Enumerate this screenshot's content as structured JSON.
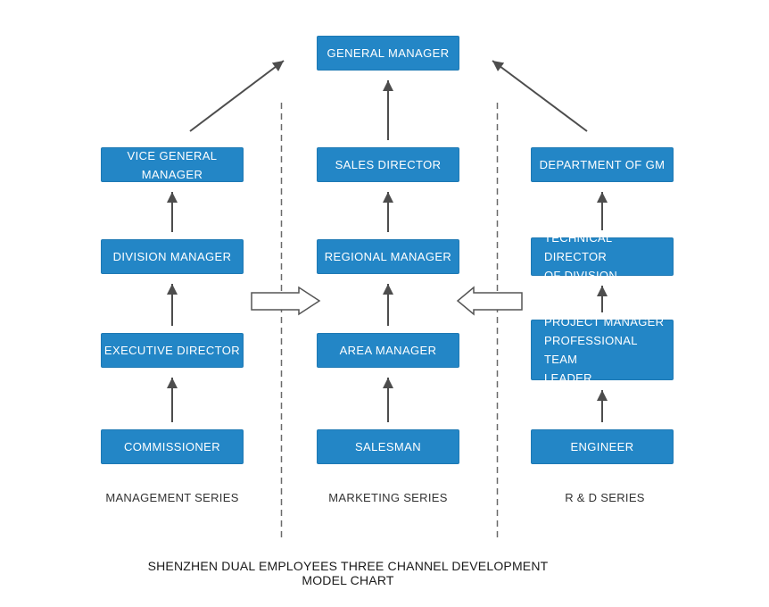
{
  "title": "SHENZHEN DUAL EMPLOYEES THREE CHANNEL DEVELOPMENT MODEL CHART",
  "top_box": {
    "label": "GENERAL MANAGER"
  },
  "columns": [
    {
      "series_label": "MANAGEMENT SERIES",
      "boxes": [
        "VICE GENERAL MANAGER",
        "DIVISION MANAGER",
        "EXECUTIVE DIRECTOR",
        "COMMISSIONER"
      ]
    },
    {
      "series_label": "MARKETING SERIES",
      "boxes": [
        "SALES DIRECTOR",
        "REGIONAL MANAGER",
        "AREA MANAGER",
        "SALESMAN"
      ]
    },
    {
      "series_label": "R & D SERIES",
      "boxes": [
        "DEPARTMENT OF GM",
        "TECHNICAL DIRECTOR\nOF DIVISION",
        "PROJECT MANAGER\nPROFESSIONAL TEAM\nLEADER",
        "ENGINEER"
      ]
    }
  ],
  "colors": {
    "box_fill": "#2386C6",
    "box_border": "#1E79B4",
    "box_text": "#FFFFFF",
    "arrow": "#4D4D4D",
    "divider": "#6B6B6B",
    "hollow_arrow_outline": "#555555",
    "label_text": "#333333",
    "title_text": "#1A1A1A",
    "background": "#FFFFFF"
  }
}
